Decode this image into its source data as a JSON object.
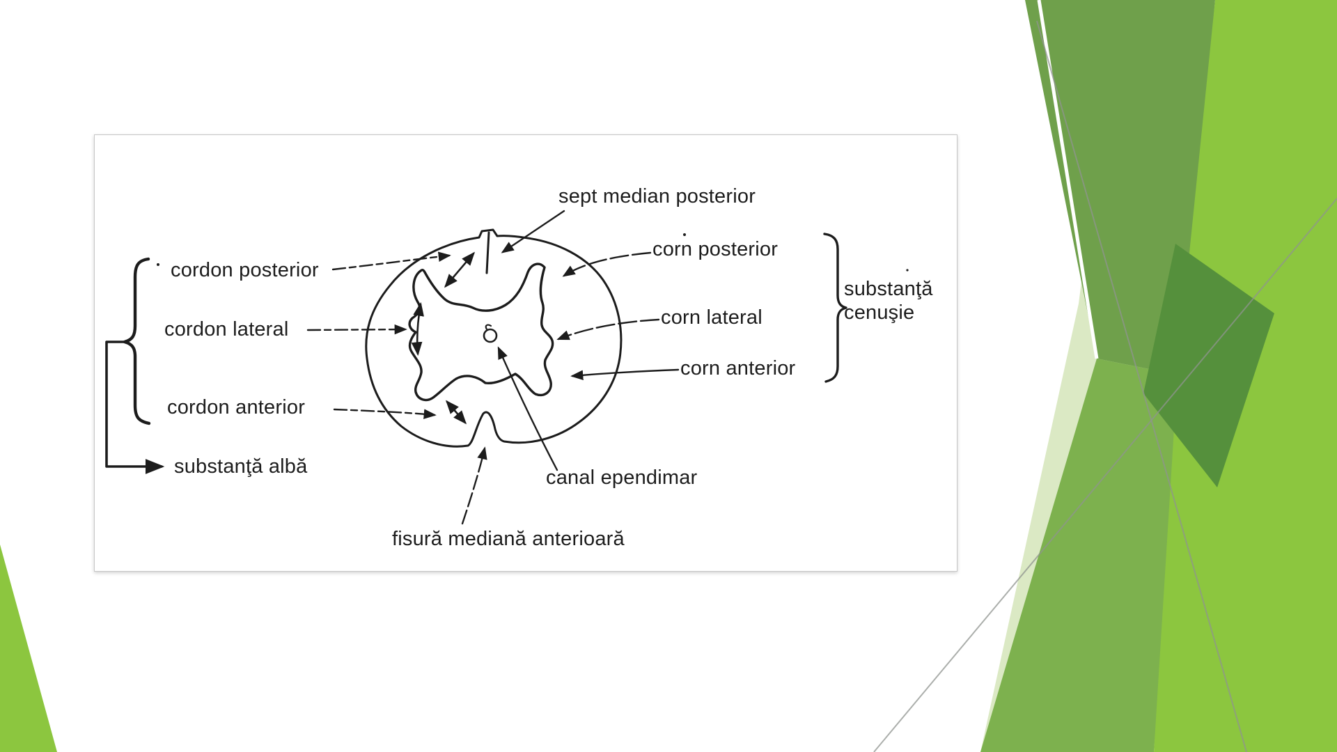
{
  "slide": {
    "theme_colors": {
      "bright_green": "#8CC63F",
      "olive_green": "#6FA04B",
      "medium_green": "#7DB14E",
      "dark_green": "#55903C",
      "pale_green": "#DBE9C4",
      "accent_line_gray": "#8F948F",
      "ink": "#1C1C1C"
    }
  },
  "diagram": {
    "labels": {
      "sept_median_posterior": "sept median posterior",
      "corn_posterior": "corn posterior",
      "corn_lateral": "corn lateral",
      "corn_anterior": "corn anterior",
      "substanta_cenusie_line1": "substanţă",
      "substanta_cenusie_line2": "cenuşie",
      "cordon_posterior": "cordon posterior",
      "cordon_lateral": "cordon lateral",
      "cordon_anterior": "cordon anterior",
      "substanta_alba": "substanţă albă",
      "canal_ependimar": "canal ependimar",
      "fisura_mediana_anterioara": "fisură mediană anterioară"
    }
  }
}
